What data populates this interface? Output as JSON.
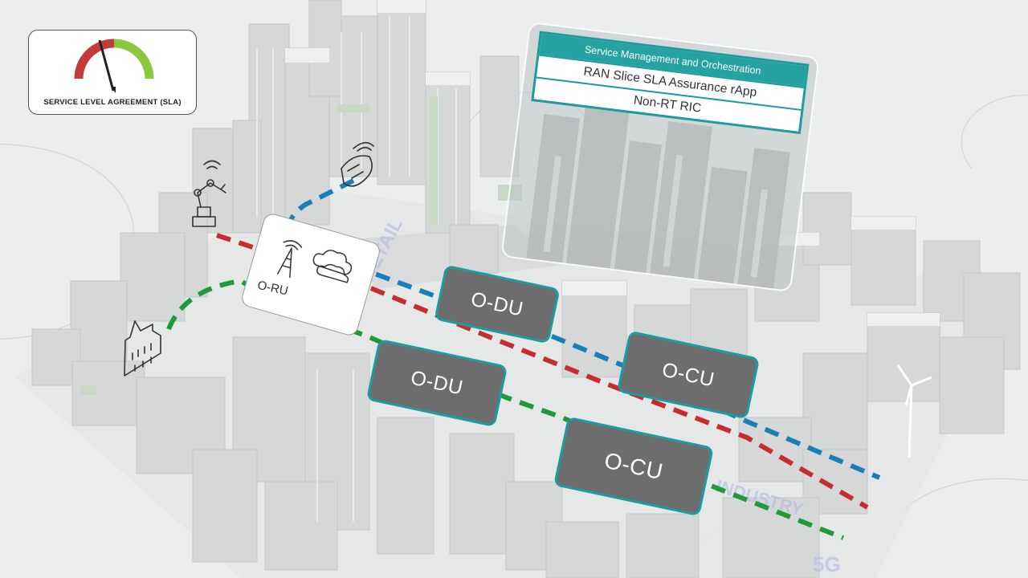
{
  "sla": {
    "title": "SERVICE LEVEL AGREEMENT (SLA)",
    "gauge_red": "#c43a3a",
    "gauge_green": "#8cc63f"
  },
  "smo": {
    "header": "Service Management and Orchestration",
    "rapp": "RAN Slice SLA Assurance rApp",
    "ric": "Non-RT RIC"
  },
  "nodes": {
    "oru": "O-RU",
    "odu_1": "O-DU",
    "ocu_1": "O-CU",
    "odu_2": "O-DU",
    "ocu_2": "O-CU"
  },
  "map_labels": {
    "retail": "RETAIL",
    "industry": "INDUSTRY",
    "five_g": "5G"
  },
  "icons": [
    "gauge-icon",
    "vr-headset-icon",
    "robot-arm-icon",
    "factory-icon",
    "cell-tower-icon",
    "cloud-icon",
    "wind-turbine-icon"
  ],
  "colors": {
    "slice_blue": "#1a7fb8",
    "slice_red": "#c42e33",
    "slice_green": "#1f9a3a",
    "node_border": "#1f9aa0",
    "node_fill": "#6d6d6d",
    "smo_header": "#25a3a3"
  }
}
